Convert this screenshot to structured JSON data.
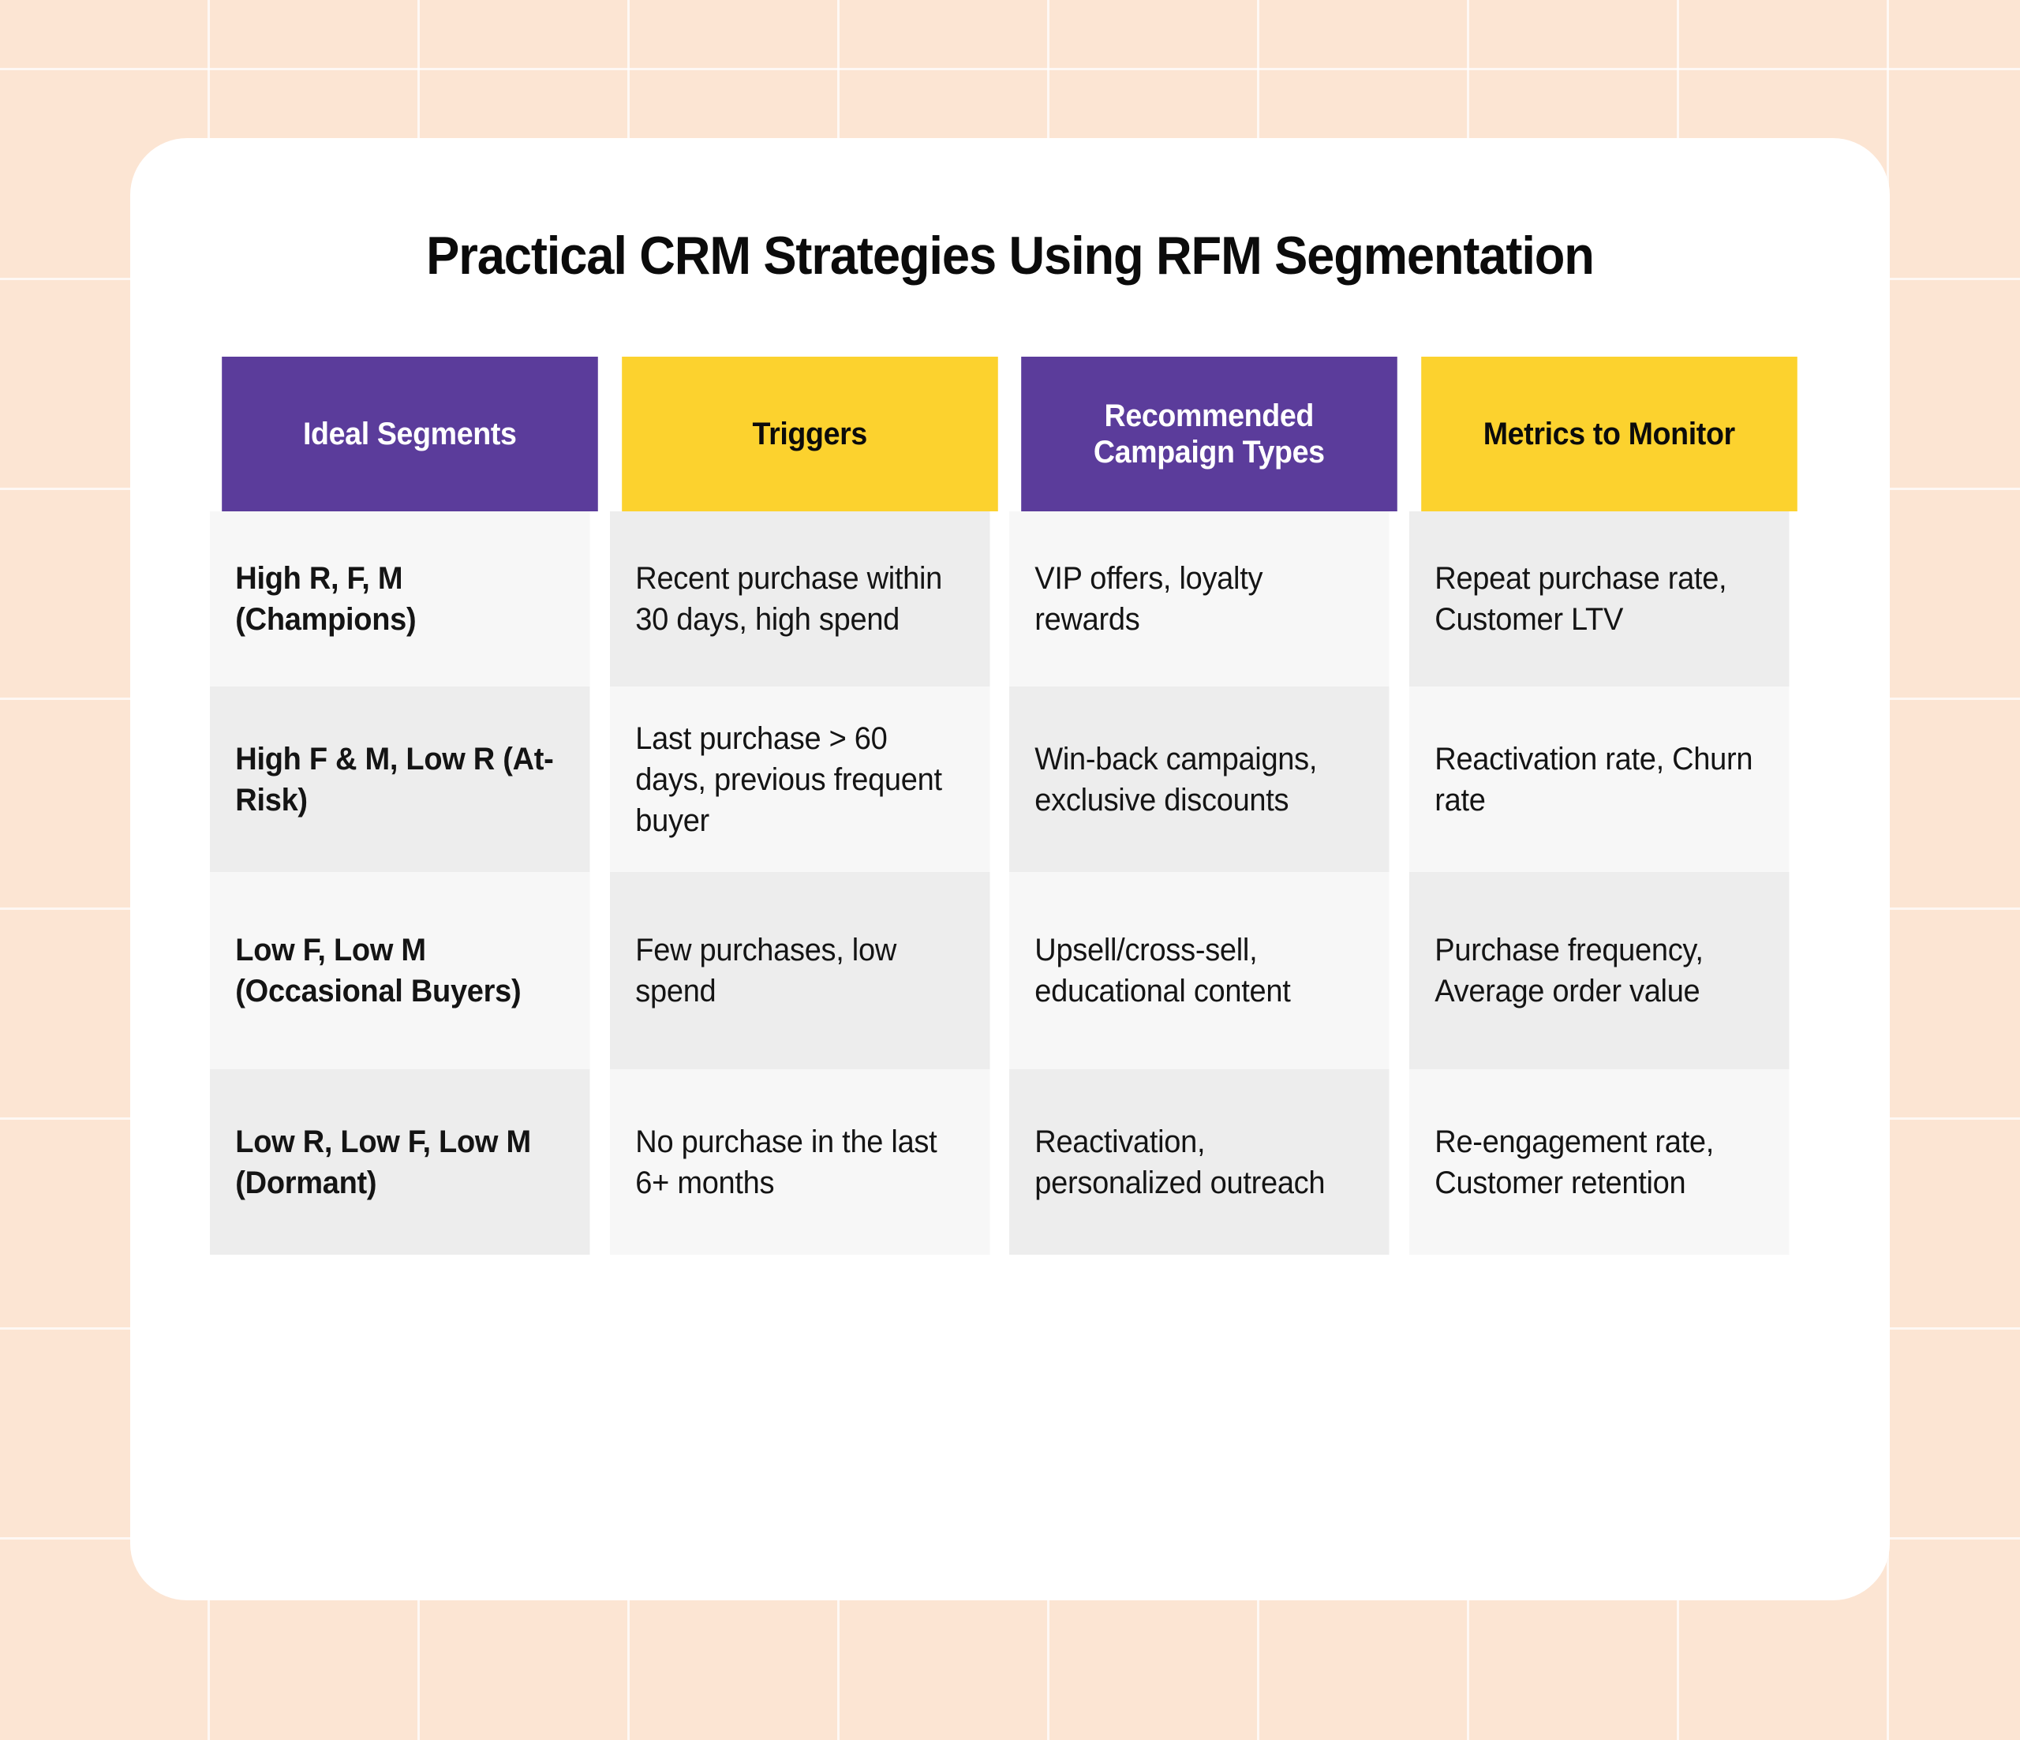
{
  "title": "Practical CRM Strategies Using RFM Segmentation",
  "theme": {
    "page_background": "#FCE5D3",
    "card_background": "#FFFFFF",
    "header_purple": "#5B3C9B",
    "header_yellow": "#FCD22E",
    "cell_light": "#F7F7F7",
    "cell_dark": "#EDEDED",
    "text_dark": "#141414",
    "text_light": "#FFFFFF"
  },
  "table": {
    "headers": [
      {
        "label": "Ideal Segments",
        "style": "purple"
      },
      {
        "label": "Triggers",
        "style": "yellow"
      },
      {
        "label": "Recommended Campaign Types",
        "style": "purple"
      },
      {
        "label": "Metrics to Monitor",
        "style": "yellow"
      }
    ],
    "rows": [
      {
        "segment": "High R, F, M (Champions)",
        "trigger": "Recent purchase within 30 days, high spend",
        "campaign": "VIP offers, loyalty rewards",
        "metrics": "Repeat purchase rate, Customer LTV"
      },
      {
        "segment": "High F & M, Low R (At-Risk)",
        "trigger": "Last purchase > 60 days, previous frequent buyer",
        "campaign": "Win-back campaigns, exclusive discounts",
        "metrics": "Reactivation rate, Churn rate"
      },
      {
        "segment": "Low F, Low M (Occasional Buyers)",
        "trigger": "Few purchases, low spend",
        "campaign": "Upsell/cross-sell, educational content",
        "metrics": "Purchase frequency, Average order value"
      },
      {
        "segment": "Low R, Low F, Low M (Dormant)",
        "trigger": "No purchase in the last 6+ months",
        "campaign": "Reactivation, personalized outreach",
        "metrics": "Re-engagement rate, Customer retention"
      }
    ]
  }
}
